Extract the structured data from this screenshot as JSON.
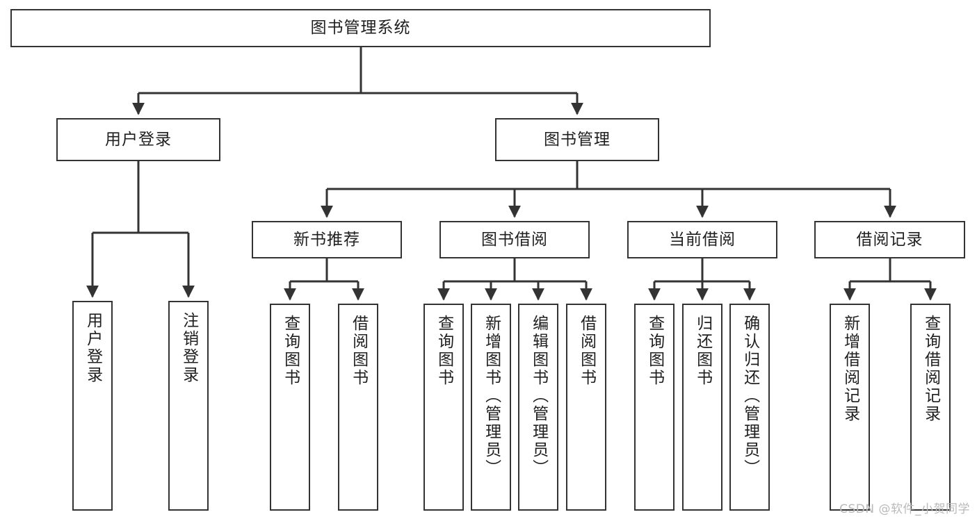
{
  "diagram": {
    "title": "图书管理系统",
    "type": "tree-hierarchy",
    "watermark": "CSDN @软件_小贺同学",
    "colors": {
      "background": "#ffffff",
      "node_border": "#333333",
      "node_fill": "#ffffff",
      "text": "#1f1f1f",
      "edge": "#333333",
      "watermark": "#b9b9b9"
    },
    "root": {
      "label": "图书管理系统"
    },
    "level2": [
      {
        "label": "用户登录"
      },
      {
        "label": "图书管理"
      }
    ],
    "level3": [
      {
        "label": "新书推荐"
      },
      {
        "label": "图书借阅"
      },
      {
        "label": "当前借阅"
      },
      {
        "label": "借阅记录"
      }
    ],
    "leaves": {
      "user_login": [
        {
          "label": "用户登录"
        },
        {
          "label": "注销登录"
        }
      ],
      "new_book_recommend": [
        {
          "label": "查询图书"
        },
        {
          "label": "借阅图书"
        }
      ],
      "book_borrow": [
        {
          "label": "查询图书"
        },
        {
          "label": "新增图书（管理员）"
        },
        {
          "label": "编辑图书（管理员）"
        },
        {
          "label": "借阅图书"
        }
      ],
      "current_borrow": [
        {
          "label": "查询图书"
        },
        {
          "label": "归还图书"
        },
        {
          "label": "确认归还（管理员）"
        }
      ],
      "borrow_record": [
        {
          "label": "新增借阅记录"
        },
        {
          "label": "查询借阅记录"
        }
      ]
    }
  }
}
